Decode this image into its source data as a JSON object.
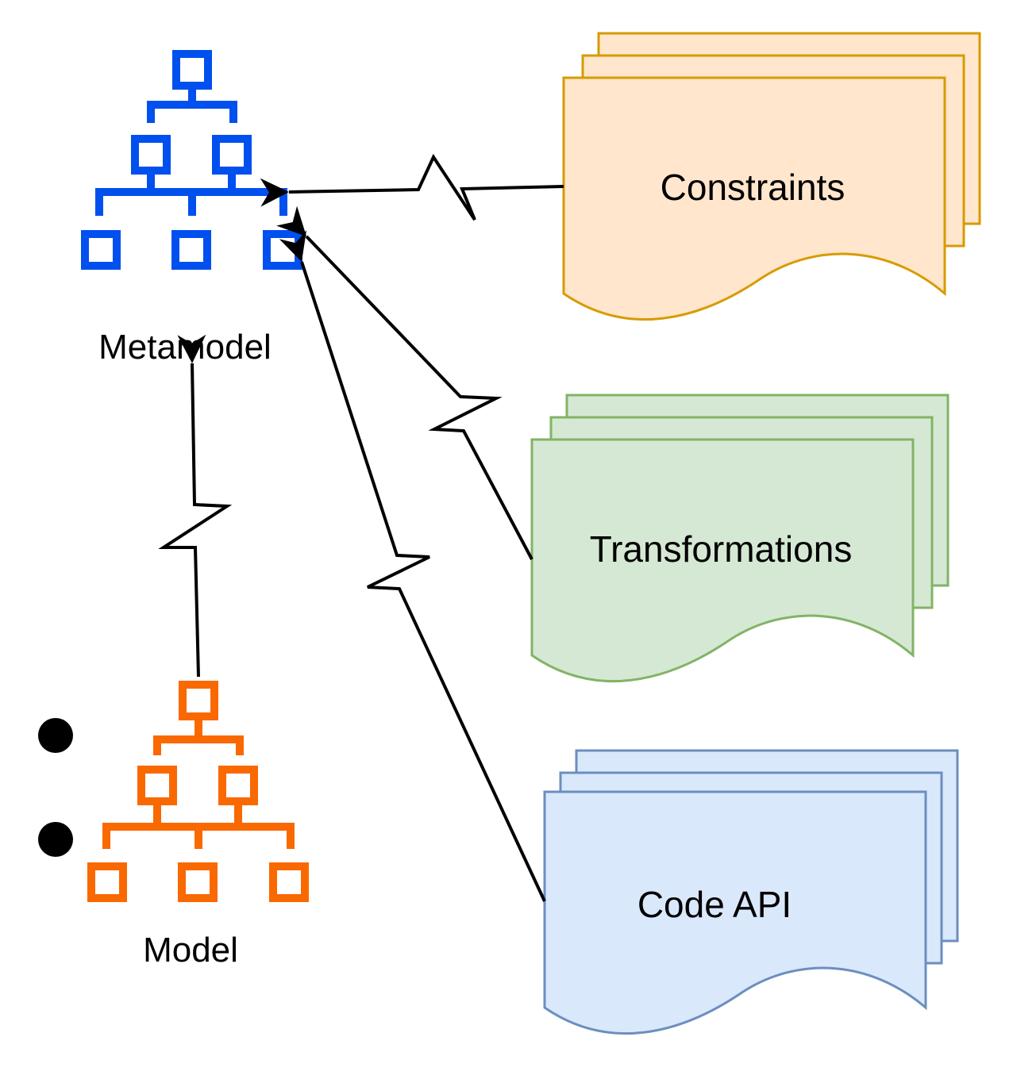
{
  "metamodel": {
    "label": "Metamodel",
    "color": "#0050EF"
  },
  "model": {
    "label": "Model",
    "color": "#FA6800"
  },
  "documents": {
    "constraints": {
      "label": "Constraints",
      "fill": "#FFE6CC",
      "stroke": "#D79B00"
    },
    "transformations": {
      "label": "Transformations",
      "fill": "#D5E8D4",
      "stroke": "#82B366"
    },
    "code_api": {
      "label": "Code API",
      "fill": "#DAE8FC",
      "stroke": "#6C8EBF"
    }
  },
  "connector_color": "#000000",
  "icons": {
    "hierarchy": "hierarchy-icon",
    "bullet": "bullet-dot-icon"
  }
}
